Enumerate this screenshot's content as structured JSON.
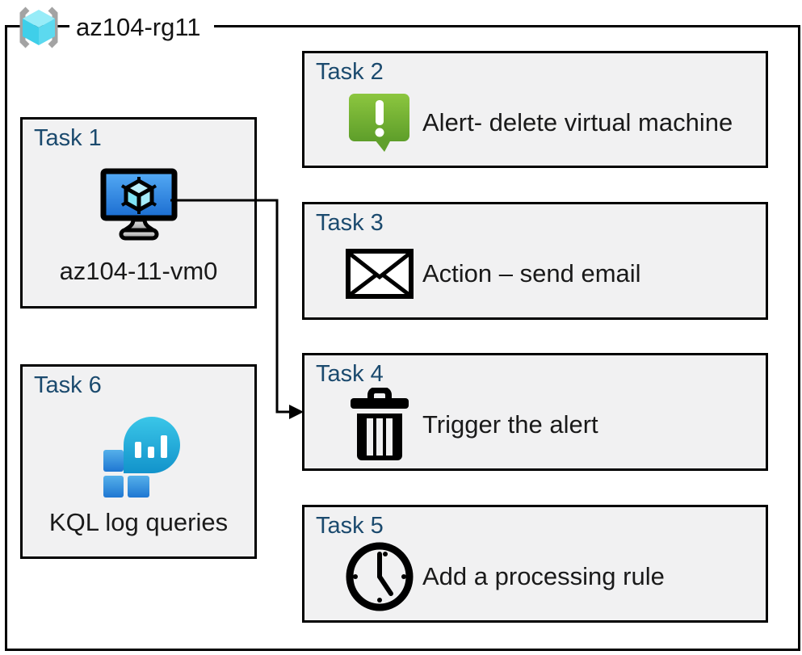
{
  "diagram": {
    "title": "az104-rg11",
    "type": "azure-lab-task-diagram",
    "resource_group_icon": "resource-group-icon",
    "colors": {
      "task_label": "#1b4a6e",
      "box_fill": "#f1f1f2",
      "box_border": "#000000",
      "alert_green_light": "#8cc63f",
      "alert_green_dark": "#5e9e2a",
      "monitor_blue_light": "#55abf5",
      "monitor_blue_dark": "#1a6cd0",
      "cube_cyan": "#55d7ee",
      "kql_teal_light": "#3ac6e8",
      "kql_teal_dark": "#1293cb",
      "kql_blue_light": "#55b0ea",
      "kql_blue_dark": "#1f77d2"
    },
    "tasks": [
      {
        "label": "Task 1",
        "caption": "az104-11-vm0",
        "icon": "virtual-machine-icon"
      },
      {
        "label": "Task 2",
        "caption": "Alert- delete virtual machine",
        "icon": "alert-icon"
      },
      {
        "label": "Task 3",
        "caption": "Action – send email",
        "icon": "email-icon"
      },
      {
        "label": "Task 4",
        "caption": "Trigger the alert",
        "icon": "trash-icon"
      },
      {
        "label": "Task 5",
        "caption": "Add a processing rule",
        "icon": "clock-icon"
      },
      {
        "label": "Task 6",
        "caption": "KQL log queries",
        "icon": "log-analytics-icon"
      }
    ],
    "connector": {
      "from": "Task 1 (az104-11-vm0)",
      "to": "Task 4 (Trigger the alert)",
      "style": "elbow-arrow"
    }
  }
}
